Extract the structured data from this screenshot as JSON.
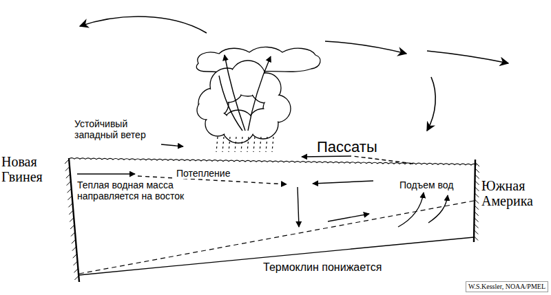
{
  "diagram": {
    "labels": [
      "Устойчивый западный ветер",
      "Пассаты",
      "Новая Гвинея",
      "Потепление",
      "Теплая водная масса направляется на восток",
      "Подъем вод",
      "Южная Америка",
      "Термоклин понижается",
      "W.S.Kessler, NOAA/PMEL"
    ]
  }
}
